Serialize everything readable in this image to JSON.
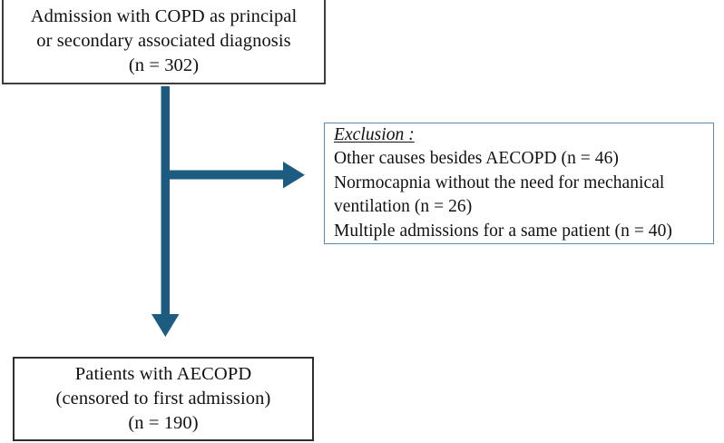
{
  "diagram": {
    "title": "COPD admission patient-selection flowchart",
    "accent_color": "#1c5c80",
    "box_border_color": "#2e2e2e",
    "exclusion_border_color": "#5b8cae",
    "background_color": "#ffffff"
  },
  "boxes": {
    "admission": {
      "name": "admission-box",
      "lines": [
        "Admission with COPD as principal",
        "or secondary associated diagnosis",
        "(n = 302)"
      ],
      "count": 302
    },
    "exclusion": {
      "name": "exclusion-box",
      "heading": "Exclusion :",
      "lines": [
        "Other causes besides AECOPD (n = 46)",
        "Normocapnia without the need for mechanical",
        "ventilation (n = 26)",
        "Multiple admissions for a same patient (n = 40)"
      ],
      "counts": [
        46,
        26,
        40
      ]
    },
    "patients": {
      "name": "patients-box",
      "lines": [
        "Patients with AECOPD",
        "(censored to first admission)",
        "(n = 190)"
      ],
      "count": 190
    }
  },
  "arrows": [
    {
      "name": "arrow-to-exclusion",
      "direction": "right",
      "from": "admission",
      "to": "exclusion"
    },
    {
      "name": "arrow-to-patients",
      "direction": "down",
      "from": "admission",
      "to": "patients"
    }
  ]
}
